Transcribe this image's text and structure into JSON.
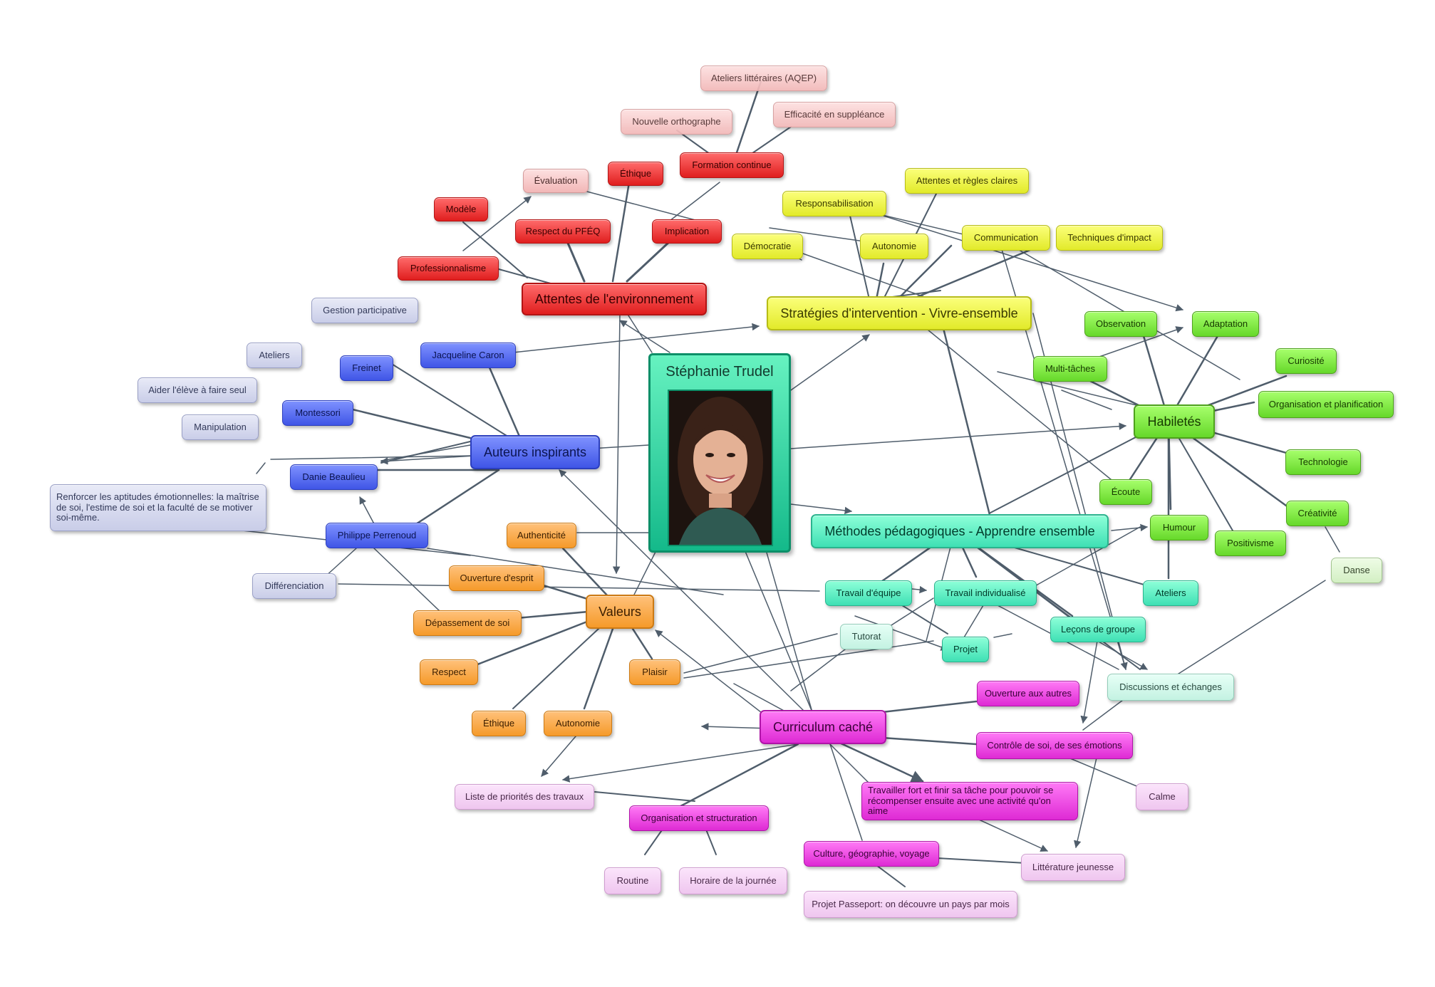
{
  "central": {
    "title": "Stéphanie Trudel"
  },
  "nodes": {
    "n1": "Ateliers littéraires (AQEP)",
    "n2": "Nouvelle orthographe",
    "n3": "Efficacité en suppléance",
    "n4": "Éthique",
    "n5": "Formation continue",
    "n6": "Évaluation",
    "n7": "Modèle",
    "n8": "Respect du PFÉQ",
    "n9": "Implication",
    "n10": "Professionnalisme",
    "n11": "Attentes de l'environnement",
    "n12": "Gestion participative",
    "n13": "Jacqueline Caron",
    "n14": "Ateliers",
    "n15": "Freinet",
    "n16": "Aider l'élève à faire seul",
    "n17": "Montessori",
    "n18": "Manipulation",
    "n19": "Auteurs inspirants",
    "n20": "Danie Beaulieu",
    "n21": "Renforcer les aptitudes émotionnelles: la maîtrise de soi, l'estime de soi et la faculté de se motiver soi-même.",
    "n22": "Philippe Perrenoud",
    "n23": "Différenciation",
    "n24": "Attentes et règles claires",
    "n25": "Responsabilisation",
    "n26": "Démocratie",
    "n27": "Autonomie",
    "n28": "Communication",
    "n29": "Techniques d'impact",
    "n30": "Stratégies d'intervention - Vivre-ensemble",
    "n31": "Observation",
    "n32": "Adaptation",
    "n33": "Multi-tâches",
    "n34": "Curiosité",
    "n35": "Organisation et planification",
    "n36": "Habiletés",
    "n37": "Technologie",
    "n38": "Écoute",
    "n39": "Créativité",
    "n40": "Humour",
    "n41": "Positivisme",
    "n42": "Danse",
    "n43": "Méthodes pédagogiques - Apprendre ensemble",
    "n44": "Travail d'équipe",
    "n45": "Travail individualisé",
    "n46": "Ateliers",
    "n47": "Tutorat",
    "n48": "Projet",
    "n49": "Leçons de groupe",
    "n50": "Discussions et échanges",
    "n51": "Authenticité",
    "n52": "Ouverture d'esprit",
    "n53": "Valeurs",
    "n54": "Dépassement de soi",
    "n55": "Respect",
    "n56": "Plaisir",
    "n57": "Éthique",
    "n58": "Autonomie",
    "n59": "Ouverture aux autres",
    "n60": "Curriculum caché",
    "n61": "Contrôle de soi, de ses émotions",
    "n62": "Liste de priorités des travaux",
    "n63": "Organisation et structuration",
    "n64": "Travailler fort et finir sa tâche pour pouvoir se récompenser ensuite avec une activité qu'on aime",
    "n65": "Calme",
    "n66": "Culture, géographie, voyage",
    "n67": "Littérature jeunesse",
    "n68": "Routine",
    "n69": "Horaire de la journée",
    "n70": "Projet Passeport: on découvre un pays par mois"
  },
  "colors": {
    "red": "#e01e1e",
    "blue": "#3f55e6",
    "yellow": "#e2ea2a",
    "green": "#66d82a",
    "teal": "#3fe0b4",
    "orange": "#f59a2a",
    "magenta": "#de2ad4",
    "edge": "#4f5d6b"
  }
}
